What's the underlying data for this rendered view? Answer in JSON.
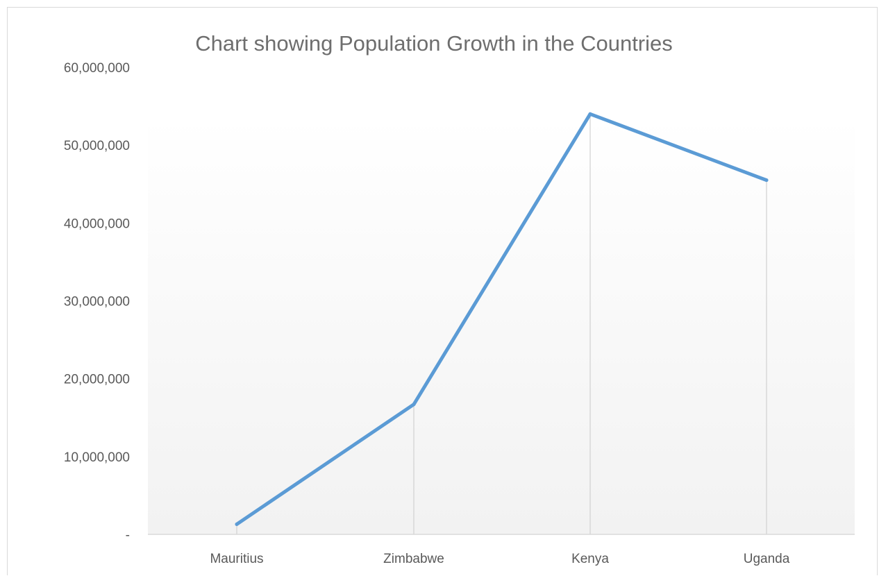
{
  "chart_data": {
    "type": "line",
    "title": "Chart showing Population Growth in the Countries",
    "xlabel": "",
    "ylabel": "",
    "categories": [
      "Mauritius",
      "Zimbabwe",
      "Kenya",
      "Uganda"
    ],
    "series": [
      {
        "values": [
          1300000,
          16700000,
          54000000,
          45500000
        ],
        "color": "#5b9bd5"
      }
    ],
    "ylim": [
      0,
      60000000
    ],
    "yticks": [
      0,
      10000000,
      20000000,
      30000000,
      40000000,
      50000000,
      60000000
    ],
    "ytick_labels": [
      "-",
      "10,000,000",
      "20,000,000",
      "30,000,000",
      "40,000,000",
      "50,000,000",
      "60,000,000"
    ],
    "grid": "vertical drop lines at categories",
    "legend": "none",
    "background_gradient": [
      "#ffffff",
      "#f2f2f2"
    ]
  }
}
